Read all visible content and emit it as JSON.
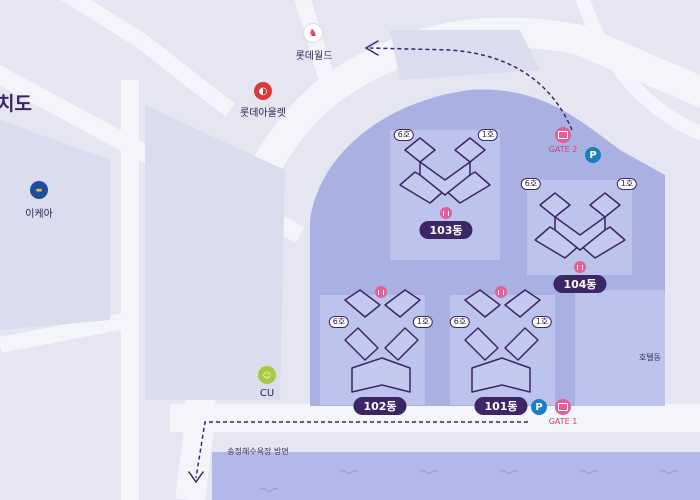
{
  "title": "치도",
  "pois": {
    "lotte_world": "롯데월드",
    "lotte_outlet": "롯데아울렛",
    "ikea": "이케아",
    "cu": "CU"
  },
  "buildings": {
    "b103": {
      "label": "103동",
      "unit_left": "6호",
      "unit_right": "1호"
    },
    "b104": {
      "label": "104동",
      "unit_left": "6호",
      "unit_right": "1호"
    },
    "b102": {
      "label": "102동",
      "unit_left": "6호",
      "unit_right": "1호"
    },
    "b101": {
      "label": "101동",
      "unit_left": "6호",
      "unit_right": "1호"
    }
  },
  "gates": {
    "gate1": "GATE 1",
    "gate2": "GATE 2"
  },
  "parking_label": "P",
  "area_label": "호텔동",
  "direction_label": "송정해수욕장 방면",
  "colors": {
    "background": "#e6e6f3",
    "road": "#f4f4fb",
    "block": "#d9d9ee",
    "complex": "#a9b1e3",
    "complex_light": "#bcc3ec",
    "building": "#3d2665",
    "gate": "#e25f98",
    "parking": "#1a7ec0",
    "water": "#b3b9e8",
    "route": "#3d2665"
  }
}
